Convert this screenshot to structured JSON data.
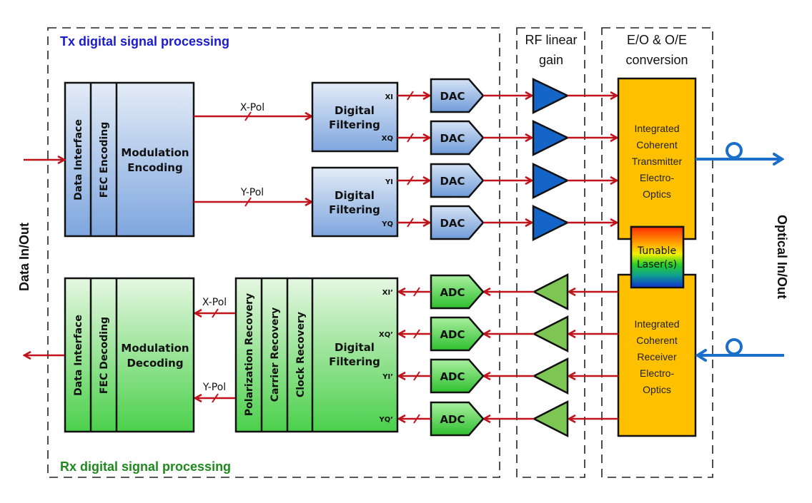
{
  "side_labels": {
    "left": "Data In/Out",
    "right": "Optical In/Out"
  },
  "sections": {
    "tx_dsp": "Tx digital signal processing",
    "rx_dsp": "Rx digital signal processing",
    "rf_gain": [
      "RF linear",
      "gain"
    ],
    "eo_oe": [
      "E/O & O/E",
      "conversion"
    ]
  },
  "tx": {
    "data_interface": "Data Interface",
    "fec": "FEC Encoding",
    "modulation": [
      "Modulation",
      "Encoding"
    ],
    "xpol": "X-Pol",
    "ypol": "Y-Pol",
    "filter1": [
      "Digital",
      "Filtering"
    ],
    "filter2": [
      "Digital",
      "Filtering"
    ],
    "ports": [
      "XI",
      "XQ",
      "YI",
      "YQ"
    ],
    "converter": "DAC",
    "optics": [
      "Integrated",
      "Coherent",
      "Transmitter",
      "Electro-",
      "Optics"
    ]
  },
  "laser": [
    "Tunable",
    "Laser(s)"
  ],
  "rx": {
    "data_interface": "Data Interface",
    "fec": "FEC Decoding",
    "modulation": [
      "Modulation",
      "Decoding"
    ],
    "xpol": "X-Pol",
    "ypol": "Y-Pol",
    "polarization": "Polarization Recovery",
    "carrier": "Carrier Recovery",
    "clock": "Clock Recovery",
    "filter": [
      "Digital",
      "Filtering"
    ],
    "ports": [
      "XI’",
      "XQ’",
      "YI’",
      "YQ’"
    ],
    "converter": "ADC",
    "optics": [
      "Integrated",
      "Coherent",
      "Receiver",
      "Electro-",
      "Optics"
    ]
  },
  "colors": {
    "tx_title": "#1a1ad0",
    "rx_title": "#1e8a1e",
    "signal_line": "#c0131b",
    "optical_line": "#1a6fc9",
    "optics_box": "#ffc000",
    "tx_amp": "#1565c8",
    "rx_amp": "#7dc653"
  }
}
